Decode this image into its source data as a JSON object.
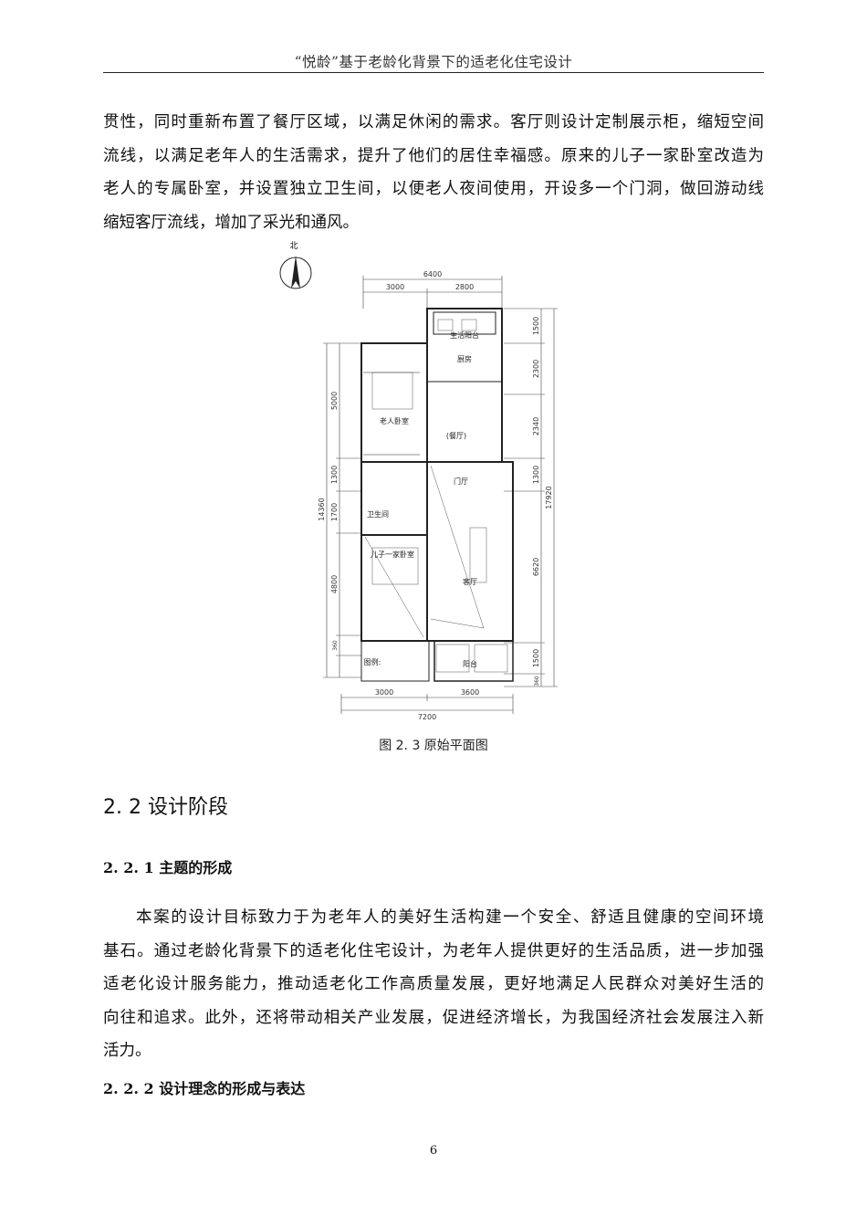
{
  "header": {
    "title": "“悦龄”基于老龄化背景下的适老化住宅设计"
  },
  "intro_lines": [
    "贯性，同时重新布置了餐厅区域，以满足休闲的需求。客厅则设计定制展示柜，缩短空间",
    "流线，以满足老年人的生活需求，提升了他们的居住幸福感。原来的儿子一家卧室改造为",
    "老人的专属卧室，并设置独立卫生间，以便老人夜间使用，开设多一个门洞，做回游动线",
    "缩短客厅流线，增加了采光和通风。"
  ],
  "figure": {
    "north": "北",
    "dims": {
      "top_total": "6400",
      "top_left": "3000",
      "top_right": "2800",
      "bottom_total": "7200",
      "bottom_left": "3000",
      "bottom_right": "3600",
      "left_total": "14360",
      "left_1": "5000",
      "left_2": "1300",
      "left_3": "1700",
      "left_4": "4800",
      "left_5": "360",
      "right_total": "17920",
      "right_1": "1500",
      "right_2": "2300",
      "right_3": "2340",
      "right_4": "1300",
      "right_5": "6620",
      "right_6": "1500",
      "right_7": "360"
    },
    "rooms": {
      "utility_balcony": "生活阳台",
      "kitchen": "厨房",
      "elder_bedroom": "老人卧室",
      "dining": "(餐厅)",
      "foyer": "门厅",
      "bathroom": "卫生间",
      "son_bedroom": "儿子一家卧室",
      "living": "客厅",
      "balcony": "阳台"
    },
    "legend": "图例:"
  },
  "caption": "图 2. 3 原始平面图",
  "section": {
    "title": "2. 2 设计阶段"
  },
  "sub1": {
    "title": "2. 2. 1 主题的形成",
    "lines": [
      "本案的设计目标致力于为老年人的美好生活构建一个安全、舒适且健康的空间环境",
      "基石。通过老龄化背景下的适老化住宅设计，为老年人提供更好的生活品质，进一步加强",
      "适老化设计服务能力，推动适老化工作高质量发展，更好地满足人民群众对美好生活的",
      "向往和追求。此外，还将带动相关产业发展，促进经济增长，为我国经济社会发展注入新",
      "活力。"
    ]
  },
  "sub2": {
    "title": "2. 2. 2 设计理念的形成与表达"
  },
  "page_number": "6"
}
